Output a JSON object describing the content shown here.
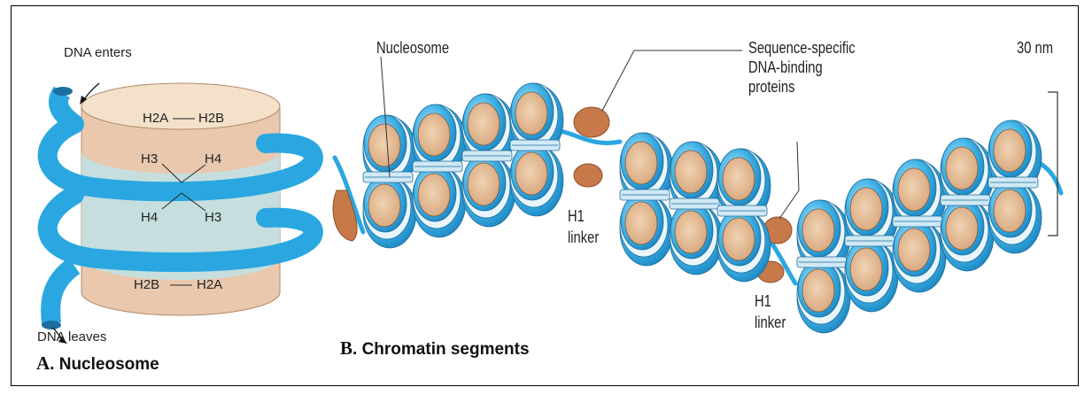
{
  "panel_a": {
    "caption_letter": "A",
    "caption_text": ". Nucleosome",
    "dna_enters": "DNA enters",
    "dna_leaves": "DNA leaves",
    "histones": {
      "top_left": "H2A",
      "top_right": "H2B",
      "mid1_left": "H3",
      "mid1_right": "H4",
      "mid2_left": "H4",
      "mid2_right": "H3",
      "bottom_left": "H2B",
      "bottom_right": "H2A"
    }
  },
  "panel_b": {
    "caption_letter": "B",
    "caption_text": ". Chromatin segments",
    "nucleosome_label": "Nucleosome",
    "binding_proteins_label": [
      "Sequence-specific",
      "DNA-binding",
      "proteins"
    ],
    "scale_label": "30 nm",
    "h1_linker_1": [
      "H1",
      "linker"
    ],
    "h1_linker_2": [
      "H1",
      "linker"
    ]
  },
  "colors": {
    "dna_blue": "#2aa7e0",
    "histone_tan": "#e8c29c",
    "protein_brown": "#c8794a",
    "barrel_top": "#f3e1c9",
    "barrel_mid": "#bfe3e6"
  }
}
